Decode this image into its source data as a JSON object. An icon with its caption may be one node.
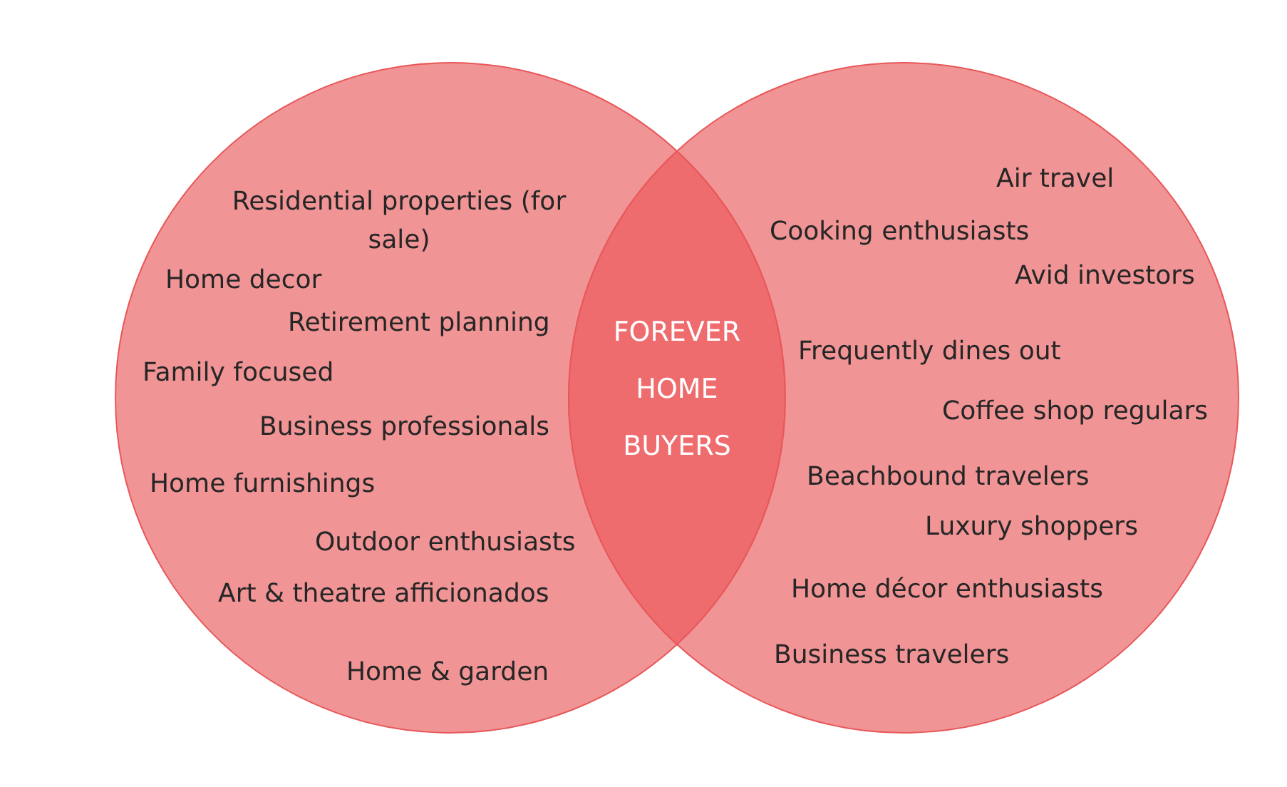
{
  "diagram": {
    "nodes": [
      {
        "text": [
          "Residential properties (for sale)",
          "Home decor",
          "Retirement planning",
          "Family focused",
          "Business professionals",
          "Home furnishings",
          "Outdoor enthusiasts",
          "Art & theatre afficionados",
          "Home & garden"
        ]
      },
      {
        "text": [
          "FOREVER HOME BUYERS"
        ]
      },
      {
        "text": [
          "Air travel",
          "Cooking enthusiasts",
          "Avid investors",
          "Frequently dines out",
          "Coffee shop regulars",
          "Beachbound travelers",
          "Luxury shoppers",
          "Home décor enthusiasts",
          "Business travelers"
        ]
      }
    ]
  }
}
